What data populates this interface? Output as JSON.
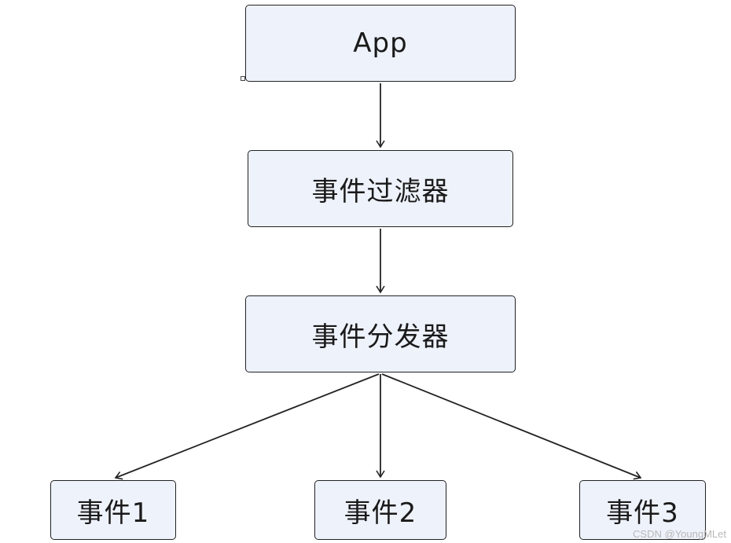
{
  "diagram": {
    "nodes": {
      "app": "App",
      "filter": "事件过滤器",
      "dispatcher": "事件分发器",
      "event1": "事件1",
      "event2": "事件2",
      "event3": "事件3"
    },
    "edges": [
      {
        "from": "app",
        "to": "filter"
      },
      {
        "from": "filter",
        "to": "dispatcher"
      },
      {
        "from": "dispatcher",
        "to": "event1"
      },
      {
        "from": "dispatcher",
        "to": "event2"
      },
      {
        "from": "dispatcher",
        "to": "event3"
      }
    ]
  },
  "watermark": "CSDN @YoungMLet",
  "colors": {
    "node_fill": "#eef2fb",
    "stroke": "#222222"
  }
}
